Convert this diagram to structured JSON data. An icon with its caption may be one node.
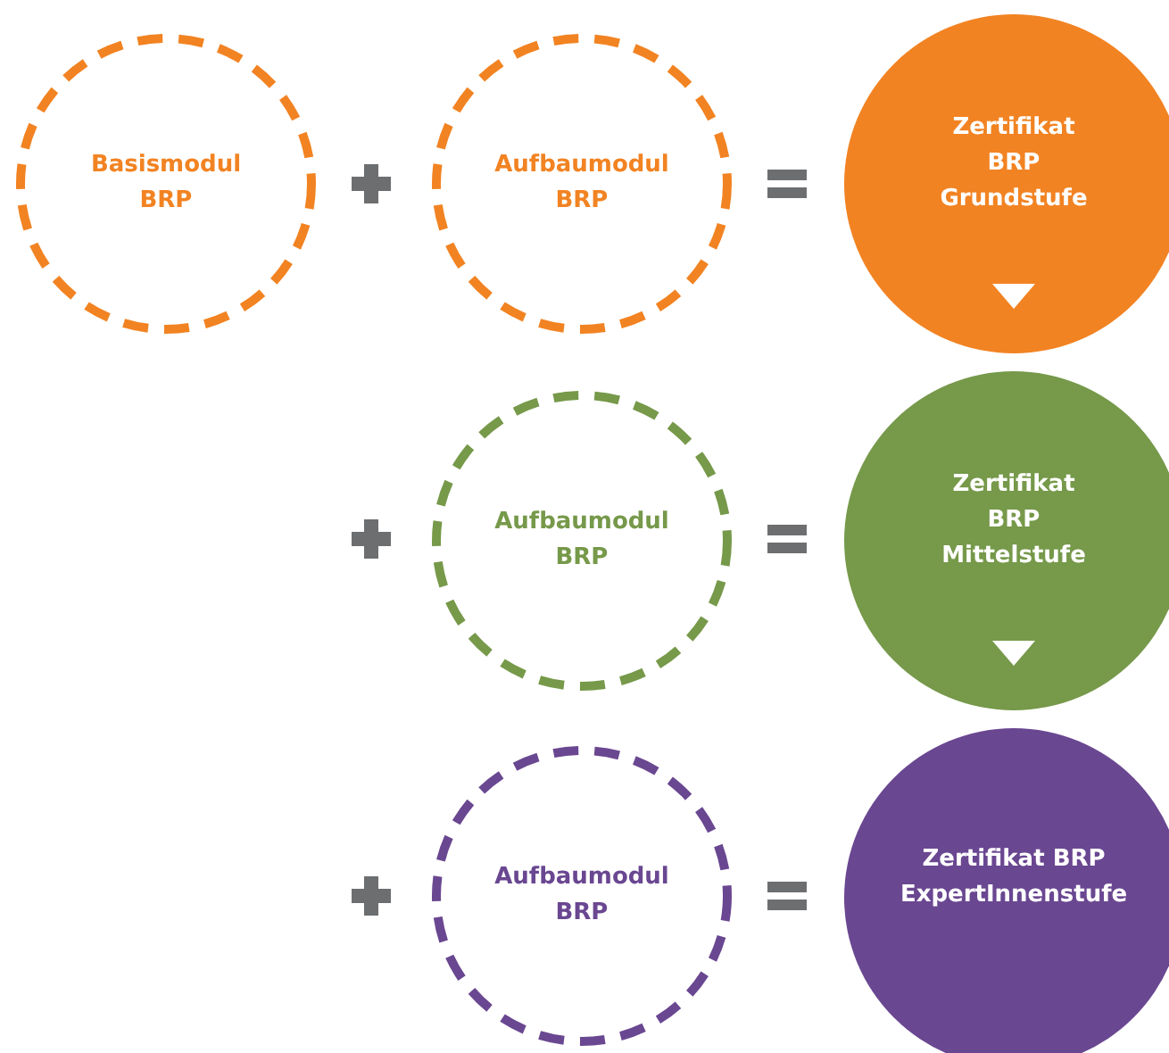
{
  "diagram": {
    "nodes": [
      {
        "text": [
          "Basismodul BRP"
        ]
      },
      {
        "text": [
          "Aufbaumodul BRP"
        ]
      },
      {
        "text": [
          "Zertifikat BRP Grundstufe"
        ]
      },
      {
        "text": [
          "Aufbaumodul BRP"
        ]
      },
      {
        "text": [
          "Zertifikat BRP Mittelstufe"
        ]
      },
      {
        "text": [
          "Aufbaumodul BRP"
        ]
      },
      {
        "text": [
          "Zertifikat BRP ExpertInnenstufe"
        ]
      }
    ]
  }
}
